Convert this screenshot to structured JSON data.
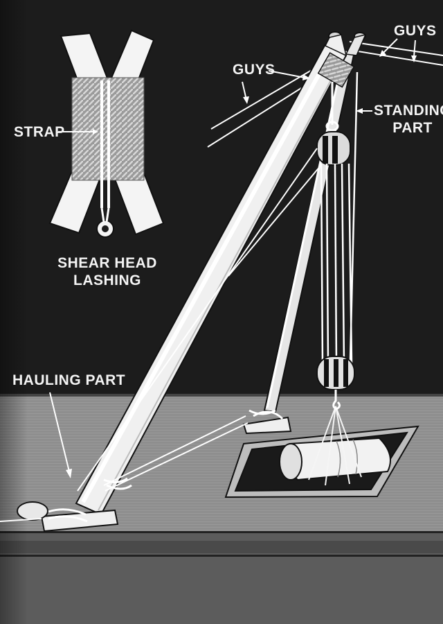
{
  "labels": {
    "strap": "STRAP",
    "shear_head_line1": "SHEAR HEAD",
    "shear_head_line2": "LASHING",
    "guys_left": "GUYS",
    "guys_right": "GUYS",
    "standing_part_line1": "STANDING",
    "standing_part_line2": "PART",
    "hauling_part": "HAULING PART"
  },
  "colors": {
    "background": "#1c1c1c",
    "floor": "#8e8e8e",
    "wall_band": "#5a5a5a",
    "spar": "#f0f0f0",
    "line": "#ffffff"
  }
}
